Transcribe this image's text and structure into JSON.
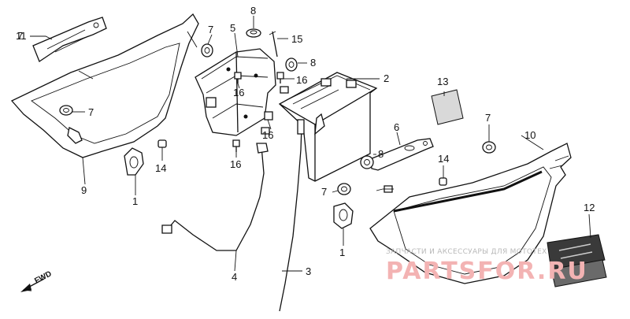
{
  "diagram": {
    "fwd_label": "FWD",
    "parts": [
      {
        "id": "p1a",
        "number": "1"
      },
      {
        "id": "p1b",
        "number": "1"
      },
      {
        "id": "p2",
        "number": "2"
      },
      {
        "id": "p3",
        "number": "3"
      },
      {
        "id": "p4",
        "number": "4"
      },
      {
        "id": "p5",
        "number": "5"
      },
      {
        "id": "p6",
        "number": "6"
      },
      {
        "id": "p7a",
        "number": "7"
      },
      {
        "id": "p7b",
        "number": "7"
      },
      {
        "id": "p7c",
        "number": "7"
      },
      {
        "id": "p7d",
        "number": "7"
      },
      {
        "id": "p8a",
        "number": "8"
      },
      {
        "id": "p8b",
        "number": "8"
      },
      {
        "id": "p8c",
        "number": "8"
      },
      {
        "id": "p9",
        "number": "9"
      },
      {
        "id": "p10",
        "number": "10"
      },
      {
        "id": "p11",
        "number": "11"
      },
      {
        "id": "p12",
        "number": "12"
      },
      {
        "id": "p13",
        "number": "13"
      },
      {
        "id": "p14a",
        "number": "14"
      },
      {
        "id": "p14b",
        "number": "14"
      },
      {
        "id": "p15",
        "number": "15"
      },
      {
        "id": "p16a",
        "number": "16"
      },
      {
        "id": "p16b",
        "number": "16"
      },
      {
        "id": "p16c",
        "number": "16"
      },
      {
        "id": "p16d",
        "number": "16"
      }
    ]
  },
  "watermark": {
    "tagline": "ЗАПЧАСТИ И АКСЕССУАРЫ ДЛЯ МОТОТЕХ",
    "brand": "PARTSFOR.RU"
  }
}
